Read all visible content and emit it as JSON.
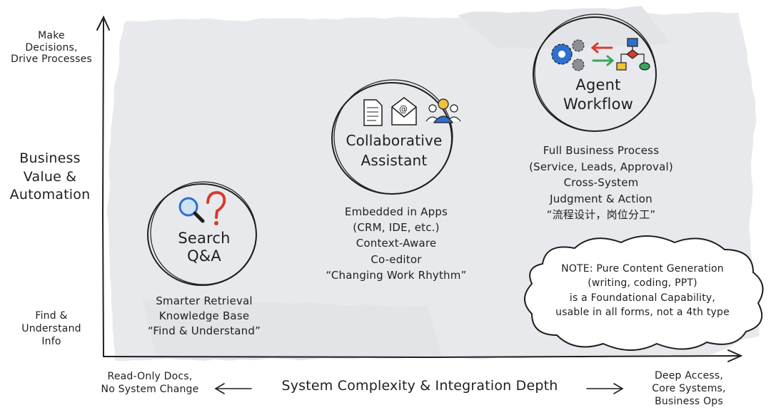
{
  "axes": {
    "y_top": "Make\nDecisions,\nDrive Processes",
    "y_title": "Business\nValue &\nAutomation",
    "y_bottom": "Find &\nUnderstand\nInfo",
    "x_left": "Read-Only Docs,\nNo System Change",
    "x_title": "System Complexity & Integration Depth",
    "x_right": "Deep Access,\nCore Systems,\nBusiness Ops"
  },
  "nodes": {
    "search": {
      "title": "Search\nQ&A",
      "description": "Smarter Retrieval\nKnowledge Base\n“Find & Understand”",
      "icons": [
        "magnifier-icon",
        "question-mark-icon"
      ]
    },
    "assistant": {
      "title": "Collaborative\nAssistant",
      "description": "Embedded in Apps\n(CRM, IDE, etc.)\nContext-Aware\nCo-editor\n“Changing Work Rhythm”",
      "icons": [
        "document-icon",
        "envelope-icon",
        "people-icon"
      ]
    },
    "agent": {
      "title": "Agent\nWorkflow",
      "description": "Full Business Process\n(Service, Leads, Approval)\nCross-System\nJudgment & Action\n“流程设计，岗位分工”",
      "icons": [
        "gears-icon",
        "arrows-icon",
        "flowchart-icon"
      ]
    }
  },
  "note": {
    "text": "NOTE: Pure Content Generation\n(writing, coding, PPT)\nis a Foundational Capability,\nusable in all forms, not a 4th type"
  },
  "colors": {
    "background_wash": "#e8e9ec",
    "ink": "#1f1f1f",
    "icon_blue": "#2f6fcf",
    "icon_red": "#d63b2f",
    "icon_green": "#3aa55a",
    "icon_yellow": "#f0c23a",
    "icon_orange": "#f08a2a"
  }
}
